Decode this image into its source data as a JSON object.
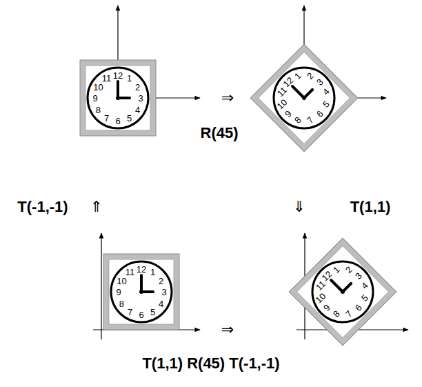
{
  "diagram": {
    "labels": [
      "12",
      "1",
      "2",
      "3",
      "4",
      "5",
      "6",
      "7",
      "8",
      "9",
      "10",
      "11",
      "⇒",
      "R(45)",
      "12",
      "1",
      "2",
      "3",
      "4",
      "5",
      "6",
      "7",
      "8",
      "9",
      "10",
      "11",
      "T(-1,-1)",
      "⇑",
      "⇓",
      "T(1,1)",
      "12",
      "1",
      "2",
      "3",
      "4",
      "5",
      "6",
      "7",
      "8",
      "9",
      "10",
      "11",
      "⇒",
      "12",
      "1",
      "2",
      "3",
      "4",
      "5",
      "6",
      "7",
      "8",
      "9",
      "10",
      "11",
      "T(1,1) R(45) T(-1,-1)"
    ]
  }
}
